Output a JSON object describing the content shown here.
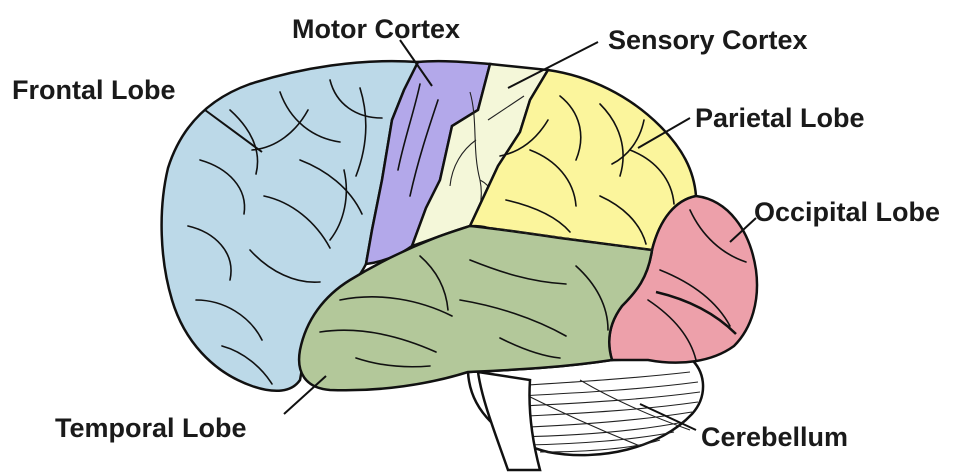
{
  "labels": {
    "frontal": "Frontal Lobe",
    "motor": "Motor Cortex",
    "sensory": "Sensory Cortex",
    "parietal": "Parietal Lobe",
    "occipital": "Occipital Lobe",
    "temporal": "Temporal Lobe",
    "cerebellum": "Cerebellum"
  },
  "colors": {
    "frontal": "#bcd9e8",
    "motor": "#b3a8ea",
    "sensory": "#f4f7d9",
    "parietal": "#fbf59c",
    "occipital": "#eda0aa",
    "temporal": "#b3c89a",
    "cerebellum": "#ffffff",
    "sensory_veins": "#2e7d77"
  }
}
